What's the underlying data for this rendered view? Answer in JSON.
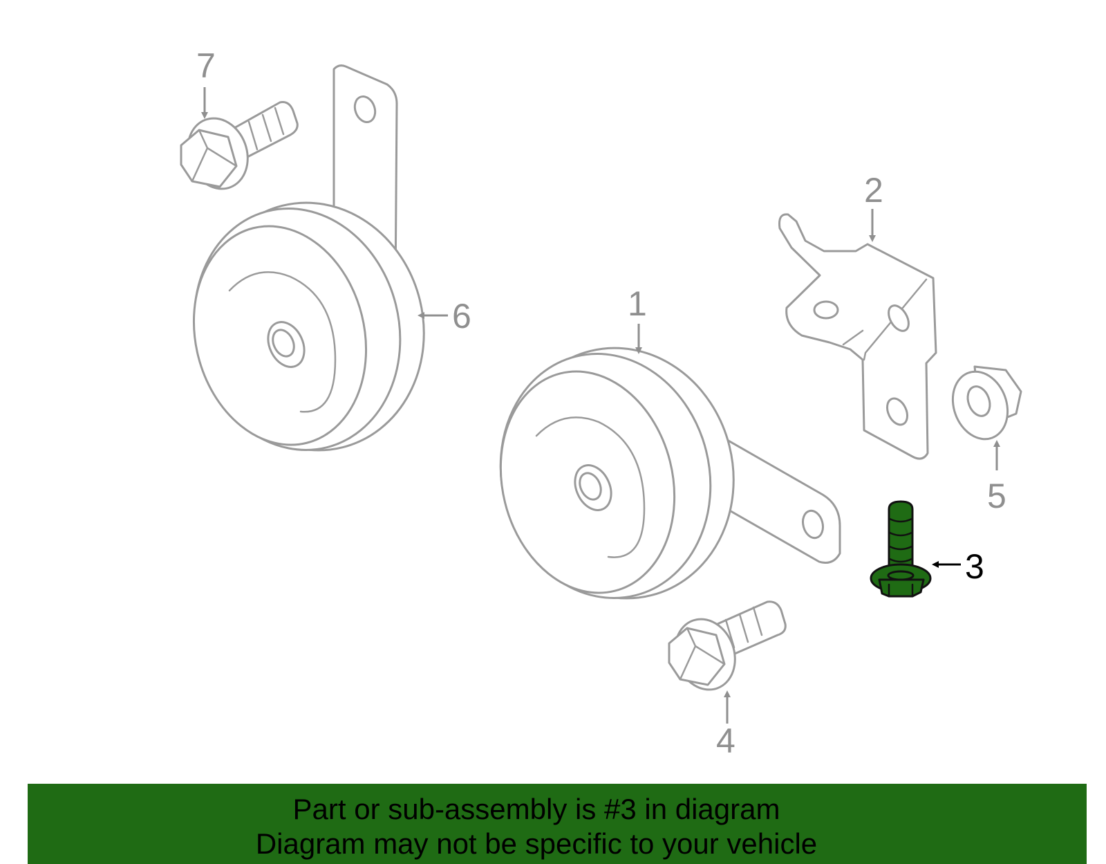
{
  "callouts": {
    "c1": "1",
    "c2": "2",
    "c3": "3",
    "c4": "4",
    "c5": "5",
    "c6": "6",
    "c7": "7"
  },
  "highlight_part": "3",
  "colors": {
    "highlight_fill": "#1f6b14",
    "banner_background": "#1f6b14",
    "part_outline": "#9a9a9a",
    "callout_text": "#8f8f8f"
  },
  "banner": {
    "line1": "Part or sub-assembly is #3 in diagram",
    "line2": "Diagram may not be specific to your vehicle"
  }
}
